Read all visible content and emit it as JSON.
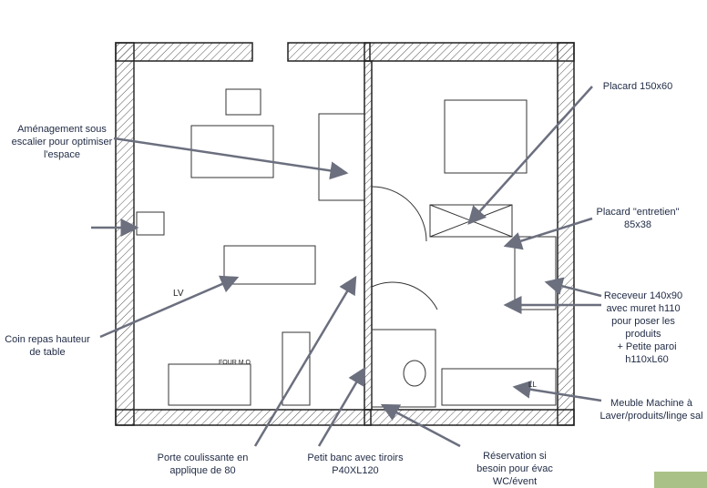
{
  "annotations": {
    "placard": "Placard 150x60",
    "amenagement": "Aménagement sous escalier pour optimiser l'espace",
    "placard_entretien": "Placard \"entretien\" 85x38",
    "receveur": "Receveur 140x90 avec muret h110 pour poser les produits",
    "paroi": "+     Petite paroi h110xL60",
    "coin_repas": "Coin repas hauteur de table",
    "meuble": "Meuble Machine à Laver/produits/linge sal",
    "porte": "Porte coulissante en applique de 80",
    "banc": "Petit banc avec tiroirs P40XL120",
    "reservation": "Réservation si besoin pour évac WC/évent"
  },
  "sketch_labels": {
    "lv": "LV",
    "four": "FOUR M.O",
    "ll": "LL"
  },
  "colors": {
    "text": "#1f2a44",
    "arrow": "#6b6f7e",
    "accent": "#a9c187"
  }
}
